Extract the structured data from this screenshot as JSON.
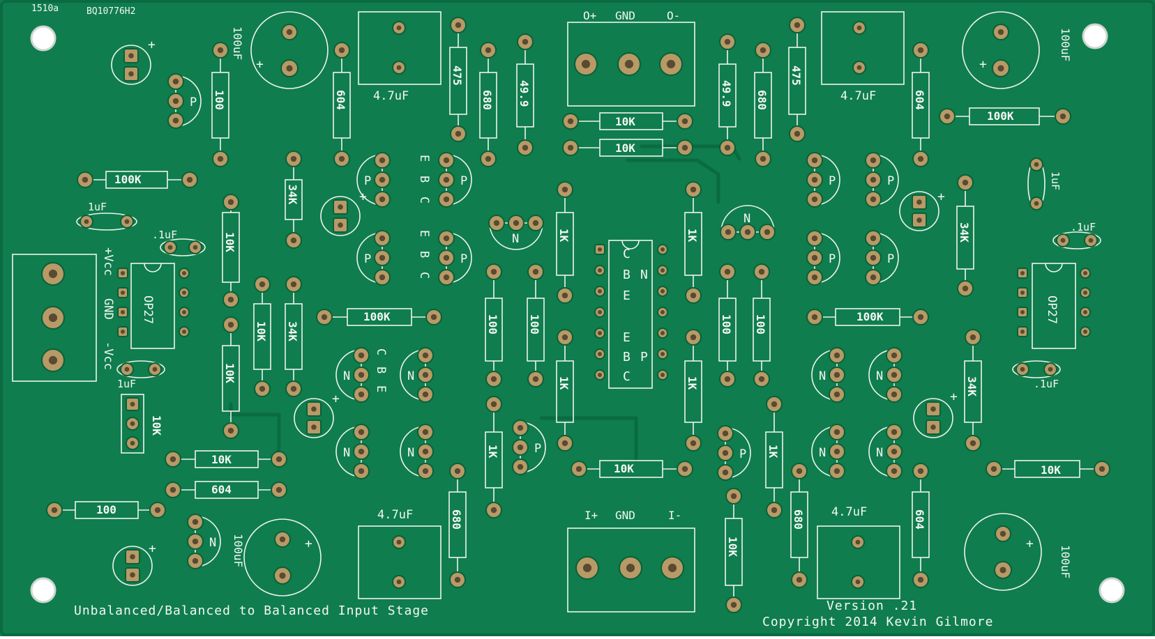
{
  "board": {
    "batch_code": "1510a",
    "serial": "BQ10776H2",
    "title": "Unbalanced/Balanced to Balanced Input Stage",
    "version": "Version .21",
    "copyright": "Copyright 2014 Kevin Gilmore",
    "colors": {
      "board": "#0f7d4d",
      "silkscreen": "#f4f7f4",
      "pad": "#b79a66",
      "trace": "#0a6b40"
    }
  },
  "connectors": {
    "power": {
      "vcc_plus": "+Vcc",
      "gnd": "GND",
      "vcc_minus": "-Vcc"
    },
    "output": {
      "plus": "O+",
      "gnd": "GND",
      "minus": "O-"
    },
    "input": {
      "plus": "I+",
      "gnd": "GND",
      "minus": "I-"
    }
  },
  "chips": {
    "opamp": "OP27"
  },
  "markings": {
    "plus": "+",
    "pnp": "P",
    "npn": "N",
    "ebc": [
      "E",
      "B",
      "C"
    ],
    "ic_center": [
      "C",
      "B",
      "N",
      "E",
      "E",
      "B",
      "P",
      "C"
    ]
  },
  "values": {
    "r100k": "100K",
    "r10k": "10K",
    "r100": "100",
    "r34k": "34K",
    "r604": "604",
    "r475": "475",
    "r680": "680",
    "r49_9": "49.9",
    "r1k": "1K",
    "c4u7": "4.7uF",
    "c100u": "100uF",
    "c1u": "1uF",
    "c_1u": ".1uF"
  }
}
